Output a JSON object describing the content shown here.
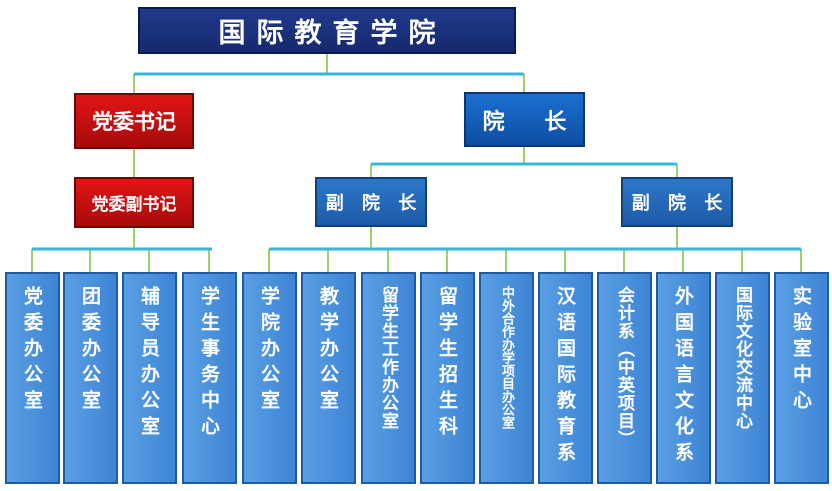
{
  "title": "国际教育学院",
  "party": {
    "secretary": "党委书记",
    "deputy": "党委副书记"
  },
  "dean": {
    "label": "院  长",
    "vice": [
      "副 院 长",
      "副 院 长"
    ]
  },
  "party_units": [
    "党委办公室",
    "团委办公室",
    "辅导员办公室",
    "学生事务中心"
  ],
  "admin_units": [
    "学院办公室",
    "教学办公室",
    "留学生工作办公室",
    "留学生招生科",
    "中外合作办学项目办公室",
    "汉语国际教育系",
    "会计系（中英项目）",
    "外国语言文化系",
    "国际文化交流中心",
    "实验室中心"
  ],
  "colors": {
    "title_bg": "#1c3380",
    "party_red": "#c40f0f",
    "dean_blue": "#1560bd",
    "dept_blue": "#4a90dc",
    "line_green": "#9bd26b",
    "line_blue": "#35b7d8"
  }
}
